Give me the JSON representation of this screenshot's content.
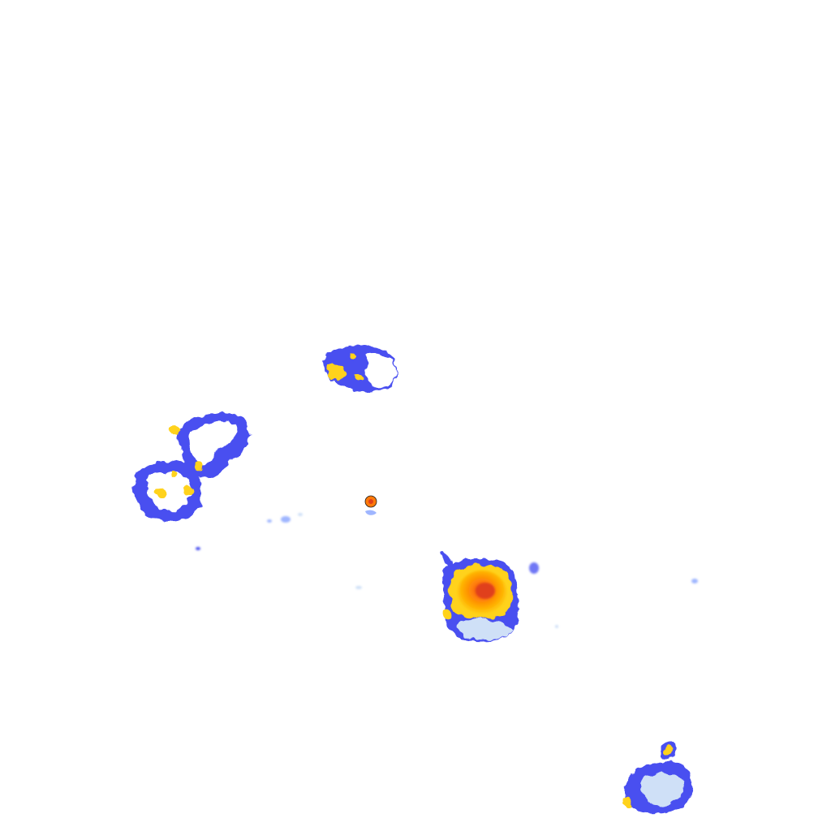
{
  "image": {
    "kind": "false-color intensity map",
    "background_color": "#ffffff",
    "palette": {
      "faint": "#cfe0f7",
      "low_light": "#9fb6ff",
      "low": "#4a4ff0",
      "low_deep": "#2b2fd6",
      "mid": "#ffd21a",
      "mid_deep": "#f4b400",
      "high": "#ff7a0a",
      "peak": "#e0401a",
      "outline": "#1a1a1a"
    },
    "regions": [
      {
        "name": "blob-top-center",
        "peak_level": "mid"
      },
      {
        "name": "blob-left-upper",
        "peak_level": "mid"
      },
      {
        "name": "blob-left-lower",
        "peak_level": "mid"
      },
      {
        "name": "dot-center",
        "peak_level": "high"
      },
      {
        "name": "blob-main-hotspot",
        "peak_level": "peak"
      },
      {
        "name": "blob-bottom-right",
        "peak_level": "mid"
      }
    ]
  }
}
